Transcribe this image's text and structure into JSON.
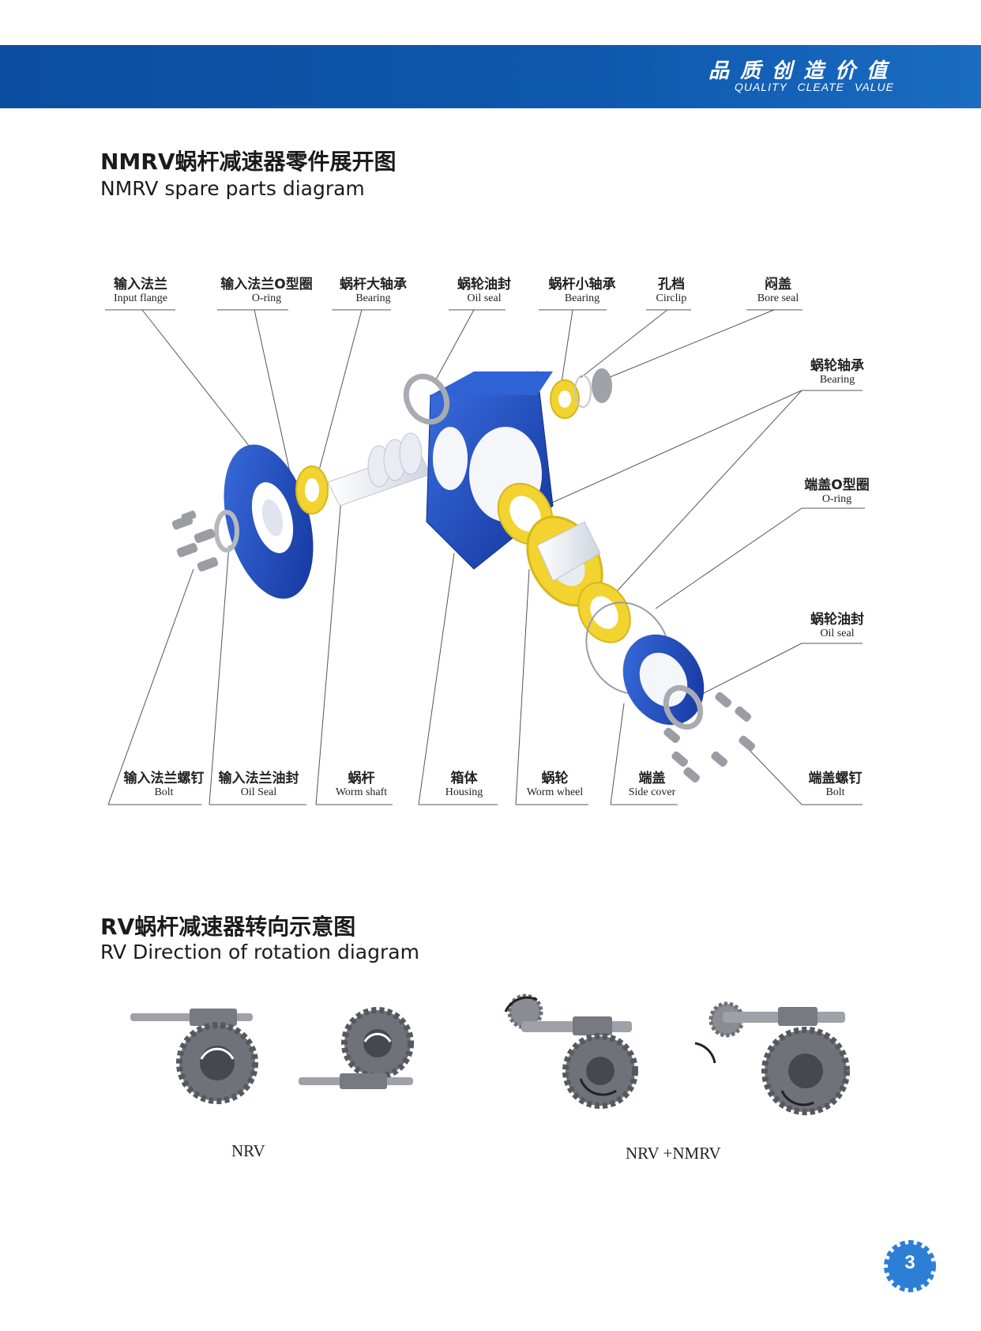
{
  "header": {
    "slogan_cn": "品质创造价值",
    "slogan_en": "QUALITY  CLEATE   VALUE"
  },
  "section1": {
    "title_cn": "NMRV蜗杆减速器零件展开图",
    "title_en": "NMRV spare parts diagram"
  },
  "parts": [
    {
      "cn": "输入法兰",
      "en": "Input flange"
    },
    {
      "cn": "输入法兰O型圈",
      "en": "O-ring"
    },
    {
      "cn": "蜗杆大轴承",
      "en": "Bearing"
    },
    {
      "cn": "蜗轮油封",
      "en": "Oil seal"
    },
    {
      "cn": "蜗杆小轴承",
      "en": "Bearing"
    },
    {
      "cn": "孔档",
      "en": "Circlip"
    },
    {
      "cn": "闷盖",
      "en": "Bore seal"
    },
    {
      "cn": "蜗轮轴承",
      "en": "Bearing"
    },
    {
      "cn": "端盖O型圈",
      "en": "O-ring"
    },
    {
      "cn": "蜗轮油封",
      "en": "Oil seal"
    },
    {
      "cn": "输入法兰螺钉",
      "en": "Bolt"
    },
    {
      "cn": "输入法兰油封",
      "en": "Oil Seal"
    },
    {
      "cn": "蜗杆",
      "en": "Worm shaft"
    },
    {
      "cn": "箱体",
      "en": "Housing"
    },
    {
      "cn": "蜗轮",
      "en": "Worm wheel"
    },
    {
      "cn": "端盖",
      "en": "Side cover"
    },
    {
      "cn": "端盖螺钉",
      "en": "Bolt"
    }
  ],
  "section2": {
    "title_cn": "RV蜗杆减速器转向示意图",
    "title_en": "RV Direction of rotation diagram"
  },
  "captions": {
    "left": "NRV",
    "right": "NRV +NMRV"
  },
  "page_number": "3",
  "colors": {
    "header_blue": "#0d55aa",
    "part_blue": "#1f4fc4",
    "part_yellow": "#f2d330",
    "badge_blue": "#2d7fd6"
  }
}
